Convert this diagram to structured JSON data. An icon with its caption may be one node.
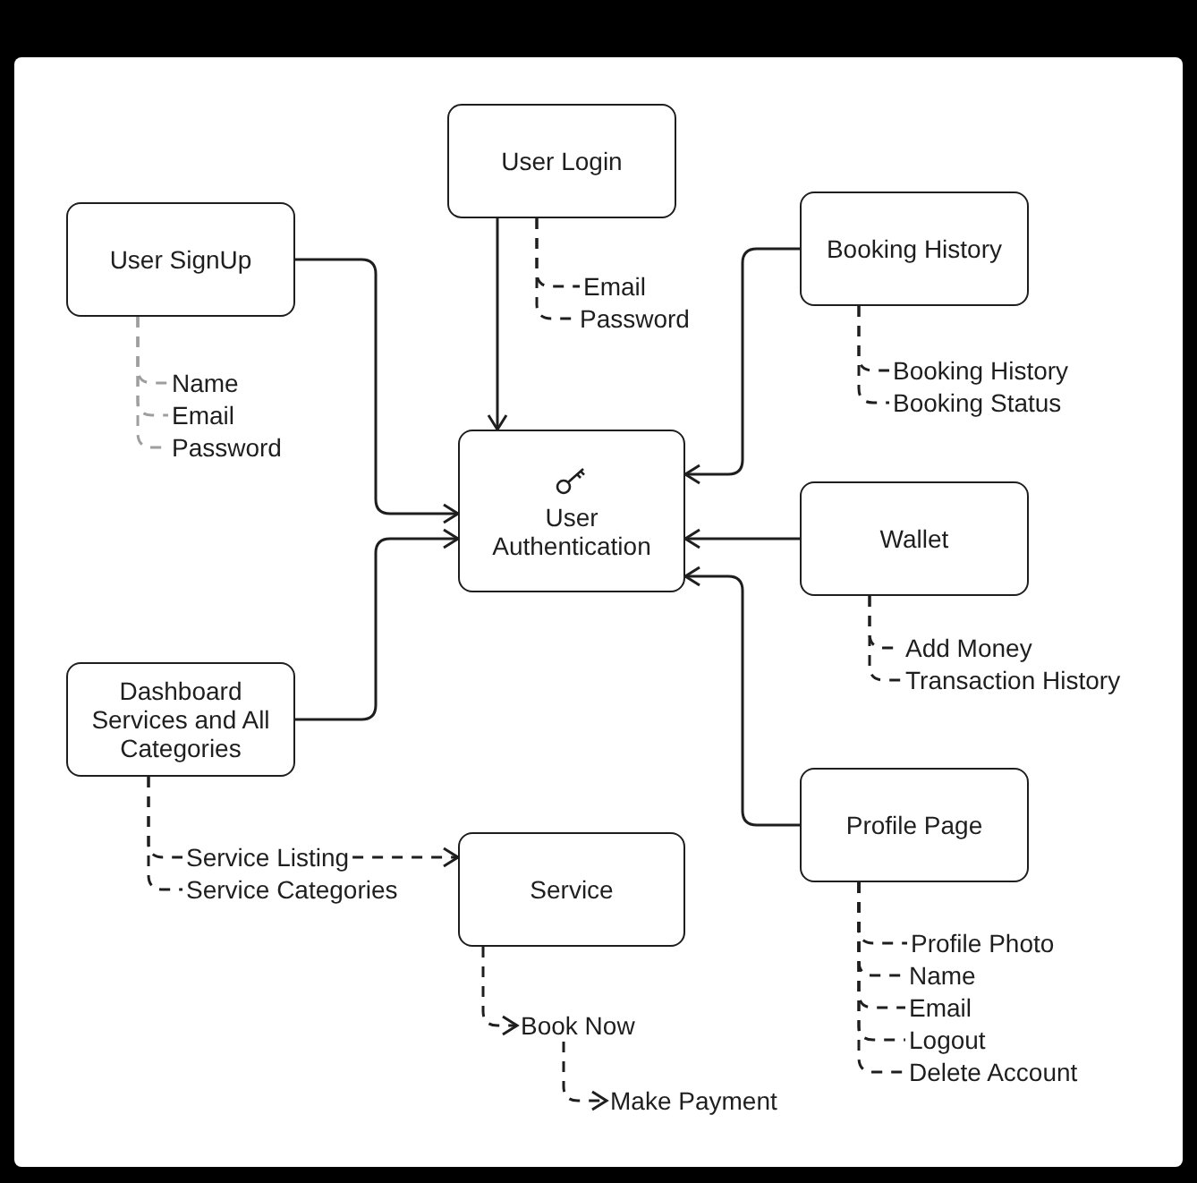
{
  "diagram": {
    "nodes": [
      {
        "text": [
          "User Login"
        ]
      },
      {
        "text": [
          "User SignUp"
        ]
      },
      {
        "text": [
          "Booking History"
        ]
      },
      {
        "text": [
          "User Authentication"
        ]
      },
      {
        "text": [
          "Wallet"
        ]
      },
      {
        "text": [
          "Dashboard Services and All Categories"
        ]
      },
      {
        "text": [
          "Profile Page"
        ]
      },
      {
        "text": [
          "Service"
        ]
      },
      {
        "text": [
          "Email"
        ]
      },
      {
        "text": [
          "Password"
        ]
      },
      {
        "text": [
          "Name"
        ]
      },
      {
        "text": [
          "Email"
        ]
      },
      {
        "text": [
          "Password"
        ]
      },
      {
        "text": [
          "Booking History"
        ]
      },
      {
        "text": [
          "Booking Status"
        ]
      },
      {
        "text": [
          "Add Money"
        ]
      },
      {
        "text": [
          "Transaction History"
        ]
      },
      {
        "text": [
          "Service Listing"
        ]
      },
      {
        "text": [
          "Service Categories"
        ]
      },
      {
        "text": [
          "Book Now"
        ]
      },
      {
        "text": [
          "Make Payment"
        ]
      },
      {
        "text": [
          "Profile Photo"
        ]
      },
      {
        "text": [
          "Name"
        ]
      },
      {
        "text": [
          "Email"
        ]
      },
      {
        "text": [
          "Logout"
        ]
      },
      {
        "text": [
          "Delete Account"
        ]
      }
    ],
    "edges": [
      {
        "from": 0,
        "to": 3,
        "arrow": "to"
      },
      {
        "from": 1,
        "to": 3,
        "arrow": "to"
      },
      {
        "from": 5,
        "to": 3,
        "arrow": "to"
      },
      {
        "from": 2,
        "to": 3,
        "arrow": "to"
      },
      {
        "from": 4,
        "to": 3,
        "arrow": "to"
      },
      {
        "from": 6,
        "to": 3,
        "arrow": "to"
      },
      {
        "from": 0,
        "to": 8,
        "arrow": "none",
        "style": "dashed"
      },
      {
        "from": 0,
        "to": 9,
        "arrow": "none",
        "style": "dashed"
      },
      {
        "from": 1,
        "to": 10,
        "arrow": "none",
        "style": "dashed",
        "color": "#9e9e9e"
      },
      {
        "from": 1,
        "to": 11,
        "arrow": "none",
        "style": "dashed",
        "color": "#9e9e9e"
      },
      {
        "from": 1,
        "to": 12,
        "arrow": "none",
        "style": "dashed",
        "color": "#9e9e9e"
      },
      {
        "from": 2,
        "to": 13,
        "arrow": "none",
        "style": "dashed"
      },
      {
        "from": 2,
        "to": 14,
        "arrow": "none",
        "style": "dashed"
      },
      {
        "from": 4,
        "to": 15,
        "arrow": "none",
        "style": "dashed"
      },
      {
        "from": 4,
        "to": 16,
        "arrow": "none",
        "style": "dashed"
      },
      {
        "from": 5,
        "to": 17,
        "arrow": "none",
        "style": "dashed"
      },
      {
        "from": 5,
        "to": 18,
        "arrow": "none",
        "style": "dashed"
      },
      {
        "from": 17,
        "to": 7,
        "arrow": "to",
        "style": "dashed"
      },
      {
        "from": 7,
        "to": 19,
        "arrow": "to",
        "style": "dashed"
      },
      {
        "from": 19,
        "to": 20,
        "arrow": "to",
        "style": "dashed"
      },
      {
        "from": 6,
        "to": 21,
        "arrow": "none",
        "style": "dashed"
      },
      {
        "from": 6,
        "to": 22,
        "arrow": "none",
        "style": "dashed"
      },
      {
        "from": 6,
        "to": 23,
        "arrow": "none",
        "style": "dashed"
      },
      {
        "from": 6,
        "to": 24,
        "arrow": "none",
        "style": "dashed"
      },
      {
        "from": 6,
        "to": 25,
        "arrow": "none",
        "style": "dashed"
      }
    ]
  }
}
